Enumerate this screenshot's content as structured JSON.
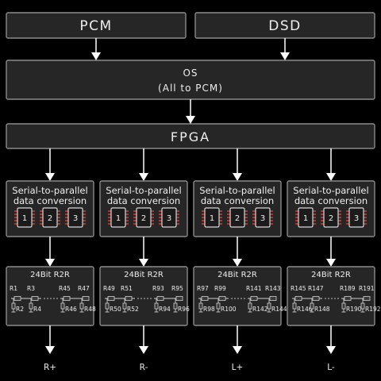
{
  "inputs": {
    "pcm": "PCM",
    "dsd": "DSD"
  },
  "os": {
    "line1": "OS",
    "line2": "(All to PCM)"
  },
  "fpga": {
    "label": "FPGA"
  },
  "channels": [
    {
      "conv_line1": "Serial-to-parallel",
      "conv_line2": "data conversion",
      "chips": [
        "1",
        "2",
        "3"
      ],
      "r2r_title": "24Bit R2R",
      "res_top": [
        "R1",
        "R3",
        "R45",
        "R47"
      ],
      "res_bottom": [
        "R2",
        "R4",
        "R46",
        "R48"
      ],
      "output": "R+"
    },
    {
      "conv_line1": "Serial-to-parallel",
      "conv_line2": "data conversion",
      "chips": [
        "1",
        "2",
        "3"
      ],
      "r2r_title": "24Bit R2R",
      "res_top": [
        "R49",
        "R51",
        "R93",
        "R95"
      ],
      "res_bottom": [
        "R50",
        "R52",
        "R94",
        "R96"
      ],
      "output": "R-"
    },
    {
      "conv_line1": "Serial-to-parallel",
      "conv_line2": "data conversion",
      "chips": [
        "1",
        "2",
        "3"
      ],
      "r2r_title": "24Bit R2R",
      "res_top": [
        "R97",
        "R99",
        "R141",
        "R143"
      ],
      "res_bottom": [
        "R98",
        "R100",
        "R142",
        "R144"
      ],
      "output": "L+"
    },
    {
      "conv_line1": "Serial-to-parallel",
      "conv_line2": "data conversion",
      "chips": [
        "1",
        "2",
        "3"
      ],
      "r2r_title": "24Bit R2R",
      "res_top": [
        "R145",
        "R147",
        "R189",
        "R191"
      ],
      "res_bottom": [
        "R146",
        "R148",
        "R190",
        "R192"
      ],
      "output": "L-"
    }
  ],
  "colors": {
    "background": "#000000",
    "box_fill": "#262626",
    "box_border": "#8a8a8a",
    "chip_pin": "#e0413a"
  }
}
